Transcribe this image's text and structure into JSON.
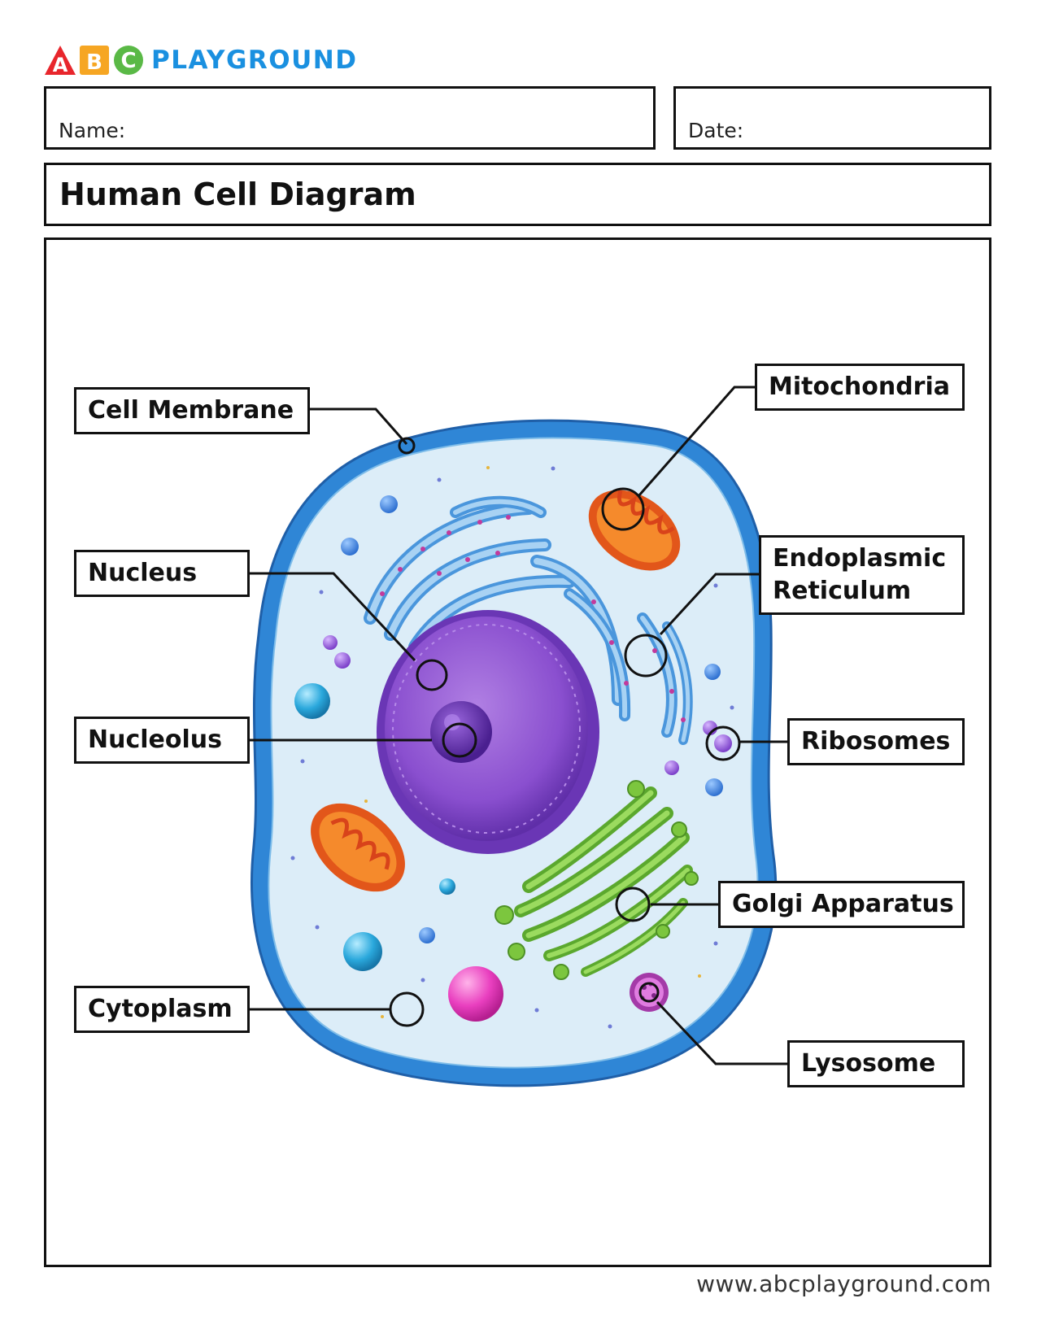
{
  "logo": {
    "letters": [
      "A",
      "B",
      "C"
    ],
    "word": "PLAYGROUND"
  },
  "worksheet": {
    "name_label": "Name:",
    "date_label": "Date:",
    "title": "Human Cell Diagram"
  },
  "labels": {
    "cell_membrane": "Cell Membrane",
    "nucleus": "Nucleus",
    "nucleolus": "Nucleolus",
    "cytoplasm": "Cytoplasm",
    "mitochondria": "Mitochondria",
    "endoplasmic_reticulum": "Endoplasmic Reticulum",
    "ribosomes": "Ribosomes",
    "golgi_apparatus": "Golgi Apparatus",
    "lysosome": "Lysosome"
  },
  "footer": {
    "url": "www.abcplayground.com"
  },
  "colors": {
    "membrane": "#2f86d6",
    "cytoplasm": "#dcedf8",
    "nucleus": "#8a4fcf",
    "mitochondria": "#f07a1e",
    "golgi": "#7cc63e",
    "er": "#4a96dc",
    "lysosome": "#c74fc4",
    "logo_word": "#1a90e0"
  }
}
